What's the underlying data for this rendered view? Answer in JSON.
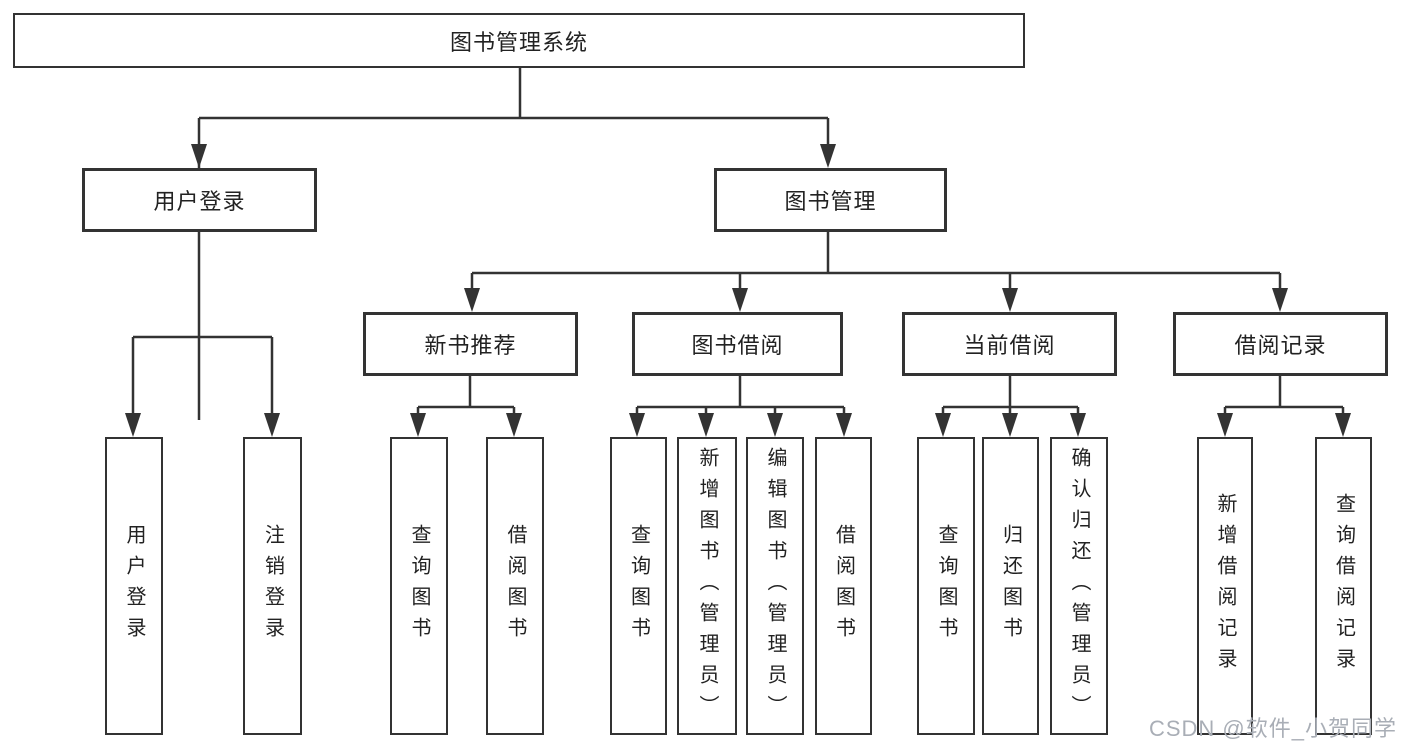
{
  "diagram": {
    "colors": {
      "line": "#333333",
      "text": "#222222",
      "background": "#ffffff",
      "watermark": "#a9aeb6"
    },
    "root": {
      "label": "图书管理系统",
      "children": [
        {
          "label": "用户登录",
          "children": [
            {
              "label": "用户登录"
            },
            {
              "label": "注销登录"
            }
          ]
        },
        {
          "label": "图书管理",
          "children": [
            {
              "label": "新书推荐",
              "children": [
                {
                  "label": "查询图书"
                },
                {
                  "label": "借阅图书"
                }
              ]
            },
            {
              "label": "图书借阅",
              "children": [
                {
                  "label": "查询图书"
                },
                {
                  "label": "新增图书（管理员）"
                },
                {
                  "label": "编辑图书（管理员）"
                },
                {
                  "label": "借阅图书"
                }
              ]
            },
            {
              "label": "当前借阅",
              "children": [
                {
                  "label": "查询图书"
                },
                {
                  "label": "归还图书"
                },
                {
                  "label": "确认归还（管理员）"
                }
              ]
            },
            {
              "label": "借阅记录",
              "children": [
                {
                  "label": "新增借阅记录"
                },
                {
                  "label": "查询借阅记录"
                }
              ]
            }
          ]
        }
      ]
    }
  },
  "watermark": {
    "text": "CSDN @软件_小贺同学"
  }
}
